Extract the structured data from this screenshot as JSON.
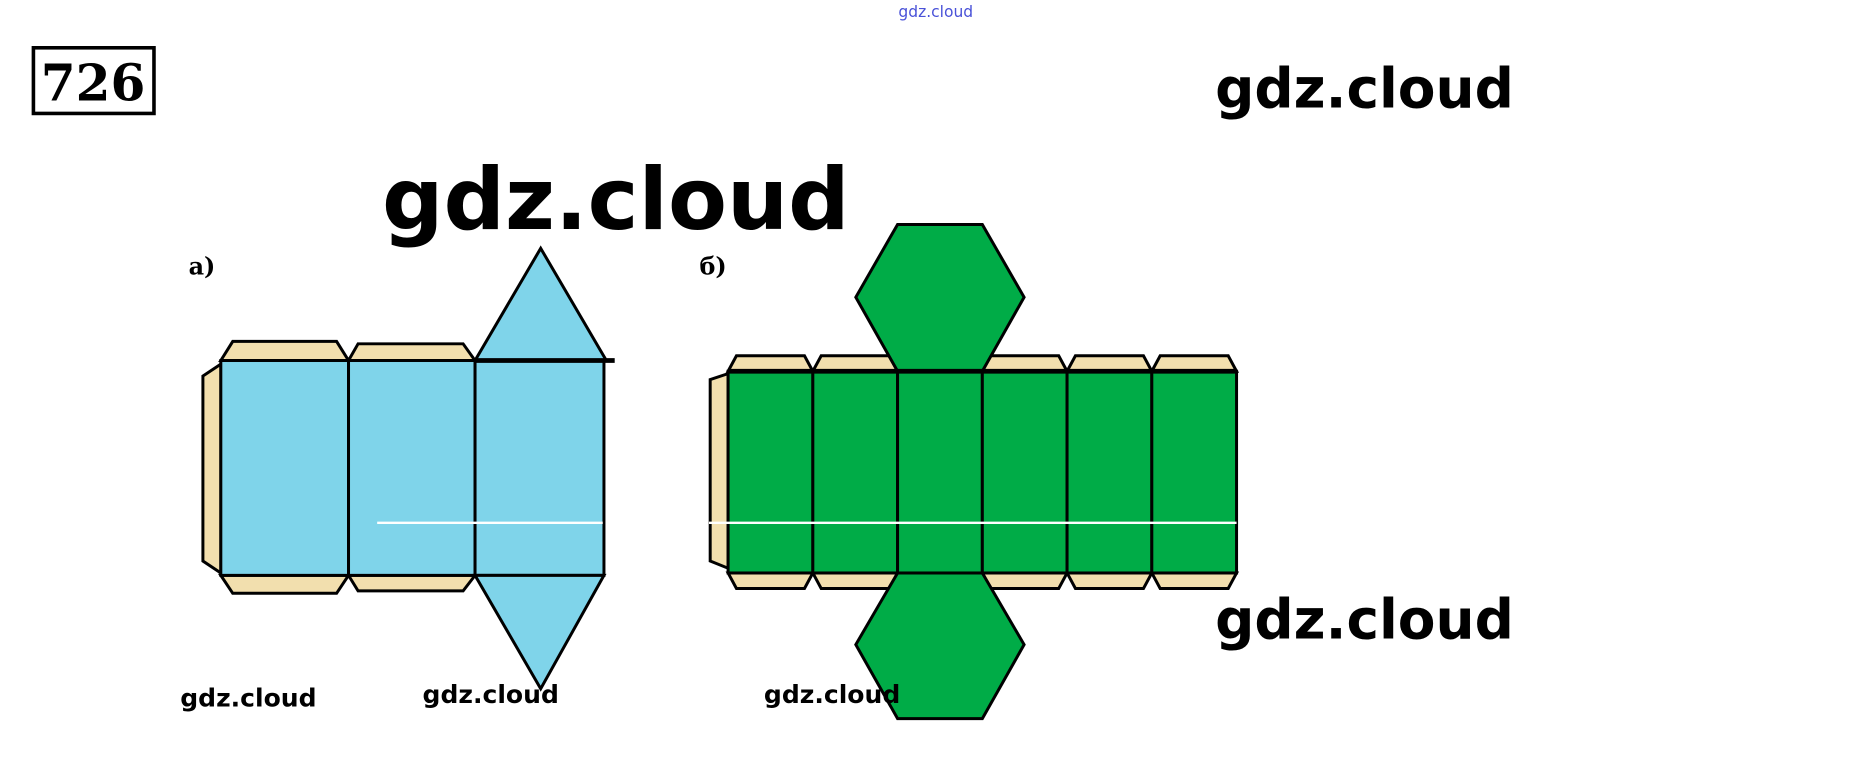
{
  "header": {
    "problem_number": "726",
    "top_watermark": "gdz.cloud"
  },
  "figures": [
    {
      "label": "а)",
      "shape": "triangular prism net",
      "fill": "#7fd4ea"
    },
    {
      "label": "б)",
      "shape": "hexagonal prism net",
      "fill": "#00ac47"
    }
  ],
  "colors": {
    "flap": "#f2dfae",
    "stroke": "#000000"
  },
  "watermarks": [
    "gdz.cloud",
    "gdz.cloud",
    "gdz.cloud",
    "gdz.cloud",
    "gdz.cloud",
    "gdz.cloud"
  ]
}
